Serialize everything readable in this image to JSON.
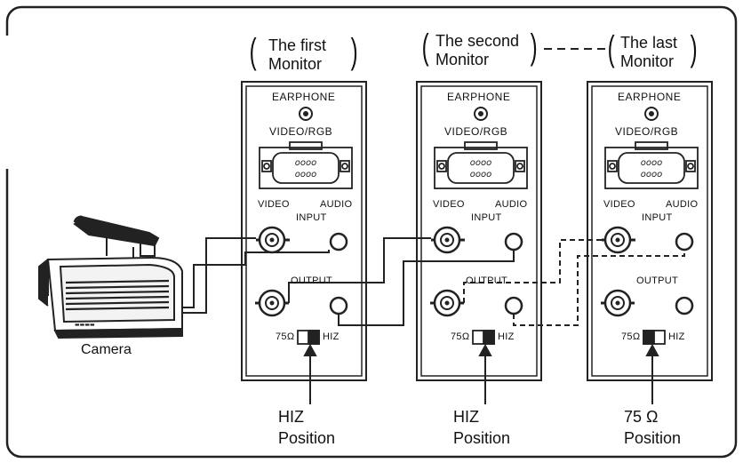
{
  "camera_label": "Camera",
  "monitors": [
    {
      "title_line1": "The first",
      "title_line2": "Monitor",
      "earphone": "EARPHONE",
      "video_rgb": "VIDEO/RGB",
      "video": "VIDEO",
      "audio": "AUDIO",
      "input": "INPUT",
      "output": "OUTPUT",
      "ohm": "75Ω",
      "hiz": "HIZ",
      "switch_setting": "HIZ",
      "pos_line1": "HIZ",
      "pos_line2": "Position"
    },
    {
      "title_line1": "The second",
      "title_line2": "Monitor",
      "earphone": "EARPHONE",
      "video_rgb": "VIDEO/RGB",
      "video": "VIDEO",
      "audio": "AUDIO",
      "input": "INPUT",
      "output": "OUTPUT",
      "ohm": "75Ω",
      "hiz": "HIZ",
      "switch_setting": "HIZ",
      "pos_line1": "HIZ",
      "pos_line2": "Position"
    },
    {
      "title_line1": "The last",
      "title_line2": "Monitor",
      "earphone": "EARPHONE",
      "video_rgb": "VIDEO/RGB",
      "video": "VIDEO",
      "audio": "AUDIO",
      "input": "INPUT",
      "output": "OUTPUT",
      "ohm": "75Ω",
      "hiz": "HIZ",
      "switch_setting": "75Ω",
      "pos_line1": "75 Ω",
      "pos_line2": "Position"
    }
  ]
}
